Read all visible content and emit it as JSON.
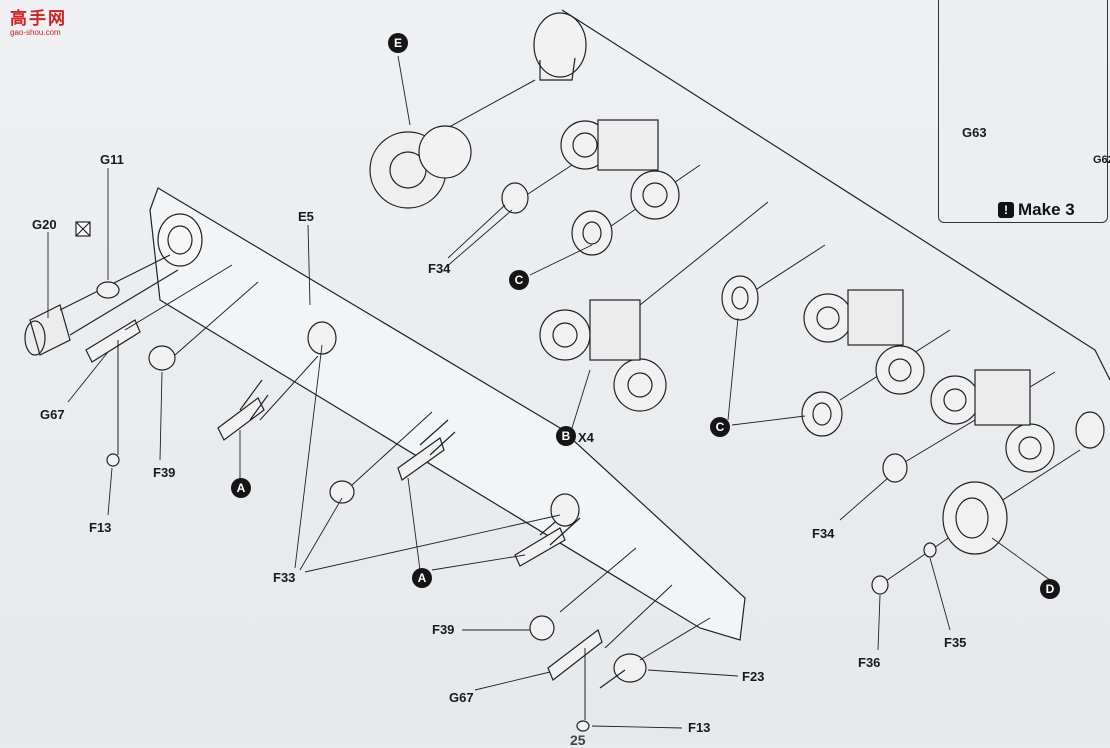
{
  "logo": {
    "text": "高手网",
    "url": "gao-shou.com"
  },
  "page_number": "25",
  "inset": {
    "make_label": "Make 3",
    "warn_glyph": "!",
    "parts": [
      "G63",
      "G62"
    ]
  },
  "part_labels": {
    "g11": "G11",
    "g20": "G20",
    "g67_left": "G67",
    "f39_left": "F39",
    "f13_left": "F13",
    "e5": "E5",
    "f33": "F33",
    "f34_top": "F34",
    "f34_right": "F34",
    "f39_bottom": "F39",
    "g67_bottom": "G67",
    "f13_bottom": "F13",
    "f23": "F23",
    "f35": "F35",
    "f36": "F36",
    "b_qty": "X4"
  },
  "callouts": {
    "e": "E",
    "a_left": "A",
    "a_center": "A",
    "b": "B",
    "c_top": "C",
    "c_right": "C",
    "d": "D"
  }
}
